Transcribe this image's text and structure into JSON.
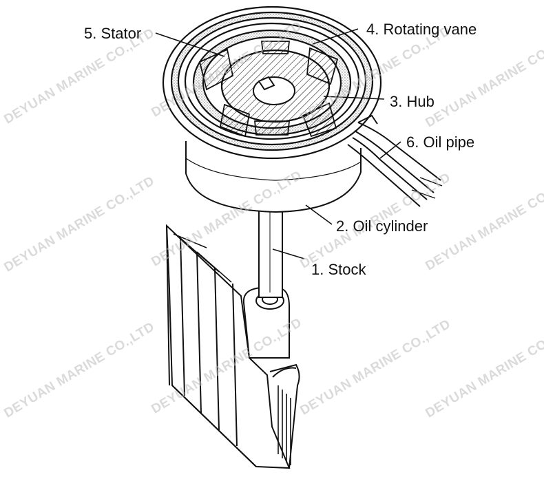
{
  "watermark": "DEYUAN MARINE CO.,LTD",
  "labels": {
    "stator": "5. Stator",
    "rotating_vane": "4. Rotating vane",
    "hub": "3. Hub",
    "oil_pipe": "6. Oil pipe",
    "oil_cylinder": "2. Oil cylinder",
    "stock": "1. Stock"
  },
  "colors": {
    "line": "#111111",
    "background": "#ffffff",
    "watermark": "#bdbdbd"
  }
}
